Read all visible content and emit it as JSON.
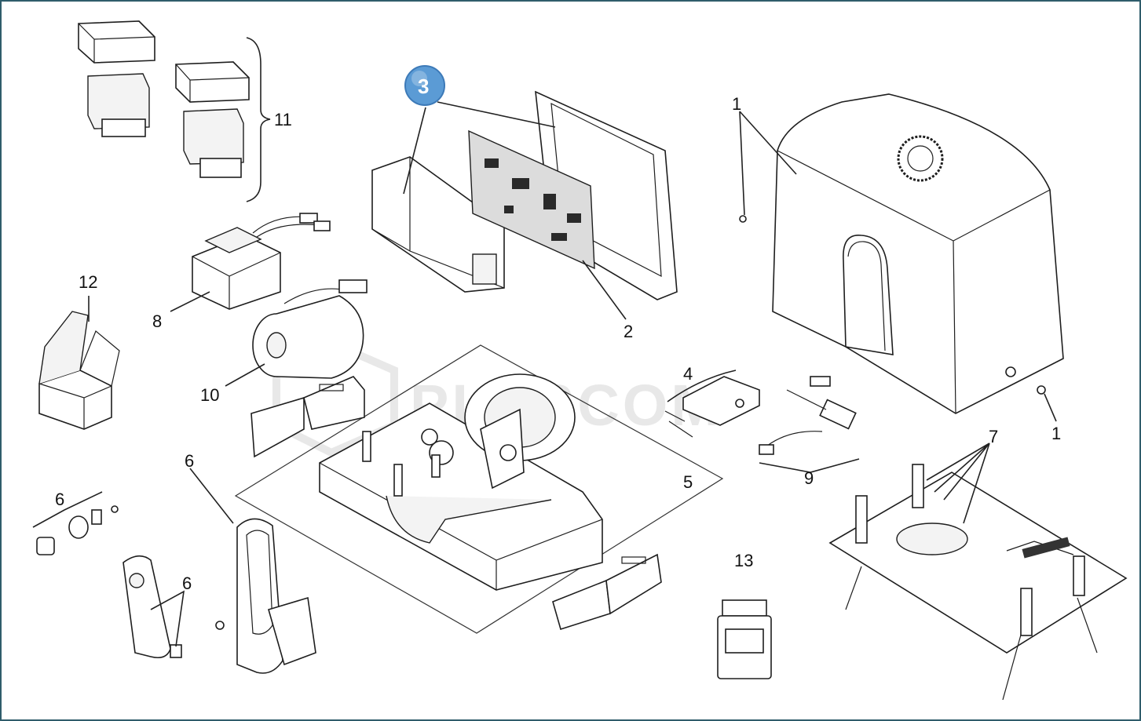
{
  "watermark": "PLUSCOM",
  "highlight": {
    "label": "3",
    "color": "#5b9bd5"
  },
  "callouts": {
    "c1a": "1",
    "c1b": "1",
    "c2": "2",
    "c4": "4",
    "c5": "5",
    "c6a": "6",
    "c6b": "6",
    "c6c": "6",
    "c7": "7",
    "c8": "8",
    "c9": "9",
    "c10": "10",
    "c11": "11",
    "c12": "12",
    "c13": "13"
  }
}
